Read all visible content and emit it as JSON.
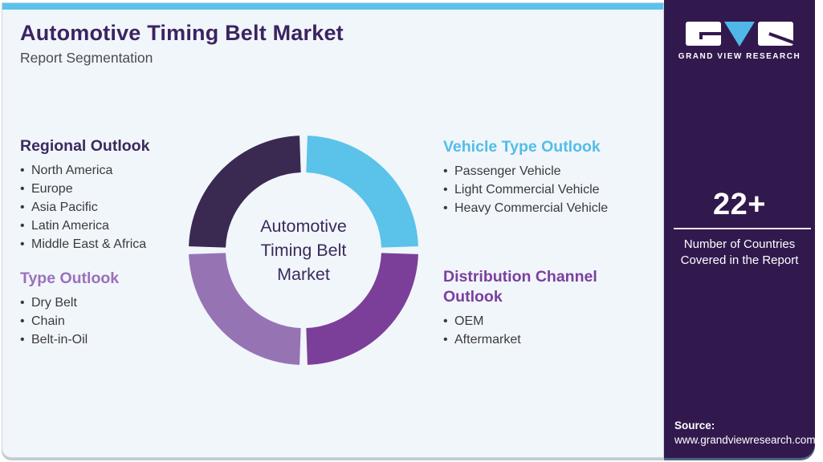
{
  "header": {
    "title": "Automotive Timing Belt Market",
    "subtitle": "Report Segmentation"
  },
  "segments": {
    "regional": {
      "heading": "Regional Outlook",
      "color": "#3B2A5E",
      "items": [
        "North America",
        "Europe",
        "Asia Pacific",
        "Latin America",
        "Middle East & Africa"
      ]
    },
    "type": {
      "heading": "Type Outlook",
      "color": "#9A70BB",
      "items": [
        "Dry Belt",
        "Chain",
        "Belt-in-Oil"
      ]
    },
    "vehicle_type": {
      "heading": "Vehicle Type Outlook",
      "color": "#54BDE9",
      "items": [
        "Passenger Vehicle",
        "Light Commercial Vehicle",
        "Heavy Commercial Vehicle"
      ]
    },
    "distribution_channel": {
      "heading": "Distribution Channel Outlook",
      "color": "#7B3F9F",
      "items": [
        "OEM",
        "Aftermarket"
      ]
    }
  },
  "donut": {
    "center_label": "Automotive Timing Belt Market",
    "center_label_color": "#3B2A5E",
    "segments": [
      {
        "name": "regional-outlook",
        "position": "top-left",
        "fraction": 0.25,
        "color": "#3A2A52"
      },
      {
        "name": "vehicle-type-outlook",
        "position": "top-right",
        "fraction": 0.25,
        "color": "#5BC2EA"
      },
      {
        "name": "distribution-channel-outlook",
        "position": "bottom-right",
        "fraction": 0.25,
        "color": "#7B3F9A"
      },
      {
        "name": "type-outlook",
        "position": "bottom-left",
        "fraction": 0.25,
        "color": "#9674B4"
      }
    ]
  },
  "sidebar": {
    "brand": "GRAND VIEW RESEARCH",
    "panel_color": "#32194D",
    "accent_color": "#5BC2EA",
    "stat": {
      "value": "22+",
      "label": "Number of Countries Covered in the Report"
    },
    "source": {
      "label": "Source:",
      "url": "www.grandviewresearch.com"
    }
  }
}
